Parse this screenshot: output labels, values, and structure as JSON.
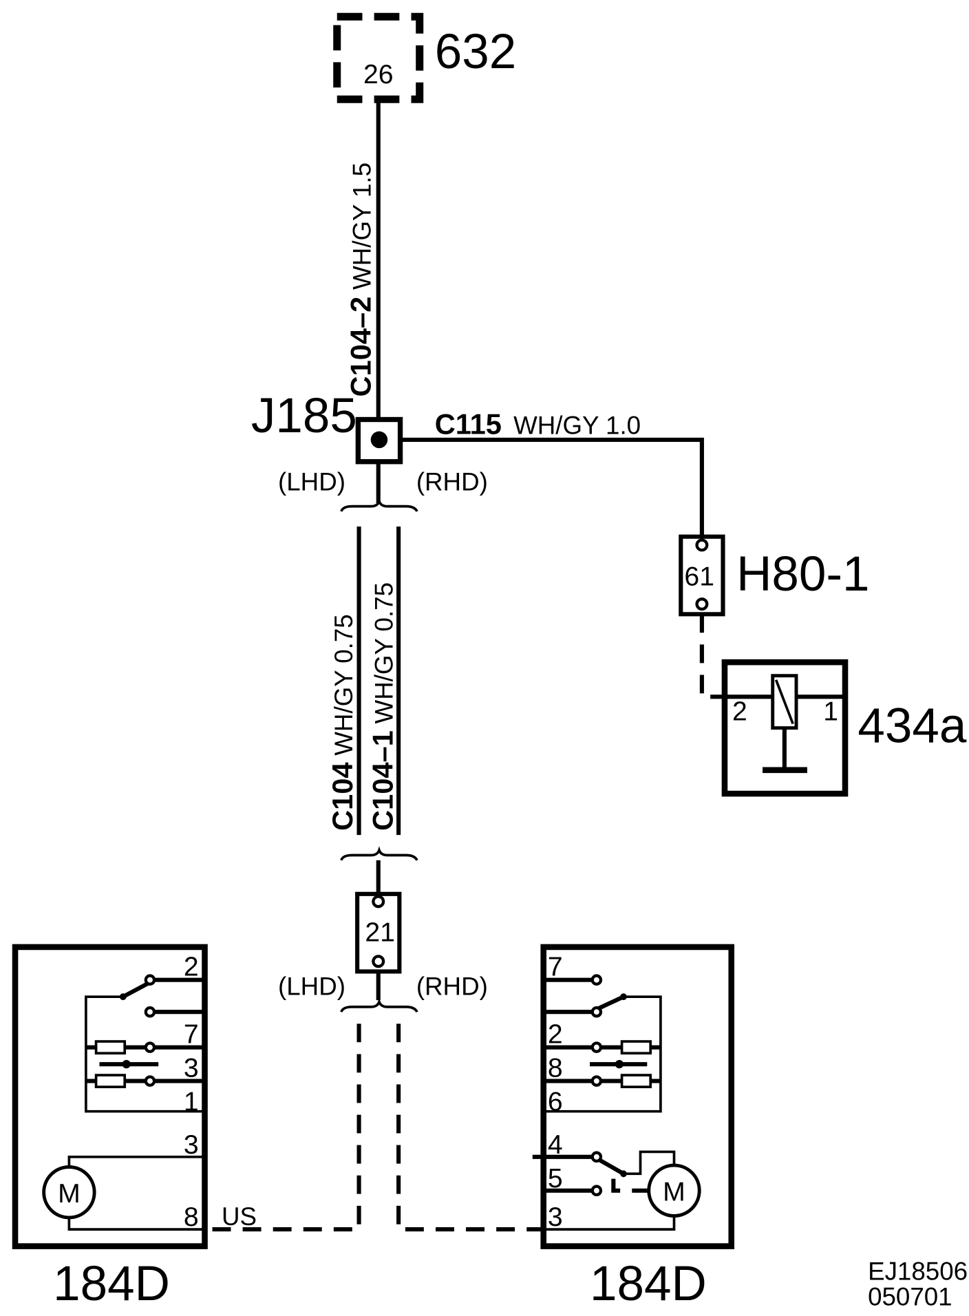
{
  "components": {
    "module_632": {
      "label": "632",
      "pin": "26"
    },
    "junction": {
      "label": "J185"
    },
    "fuse_h80": {
      "label": "H80-1",
      "pin": "61"
    },
    "relay_434a": {
      "label": "434a",
      "pin_left": "2",
      "pin_right": "1"
    },
    "connector_21": {
      "pin": "21"
    },
    "motor_left": {
      "label": "184D",
      "motor": "M",
      "pins": [
        "2",
        "7",
        "3",
        "1",
        "3",
        "8"
      ]
    },
    "motor_right": {
      "label": "184D",
      "motor": "M",
      "pins": [
        "7",
        "2",
        "8",
        "6",
        "4",
        "5",
        "3"
      ]
    }
  },
  "wires": {
    "c104_2": {
      "circuit": "C104–2",
      "spec": "WH/GY  1.5"
    },
    "c115": {
      "circuit": "C115",
      "spec": "WH/GY  1.0"
    },
    "c104": {
      "circuit": "C104",
      "spec": "WH/GY  0.75"
    },
    "c104_1": {
      "circuit": "C104–1",
      "spec": "WH/GY  0.75"
    }
  },
  "variants": {
    "lhd": "(LHD)",
    "rhd": "(RHD)",
    "us": "US"
  },
  "footer": {
    "ref": "EJ18506",
    "date": "050701"
  }
}
